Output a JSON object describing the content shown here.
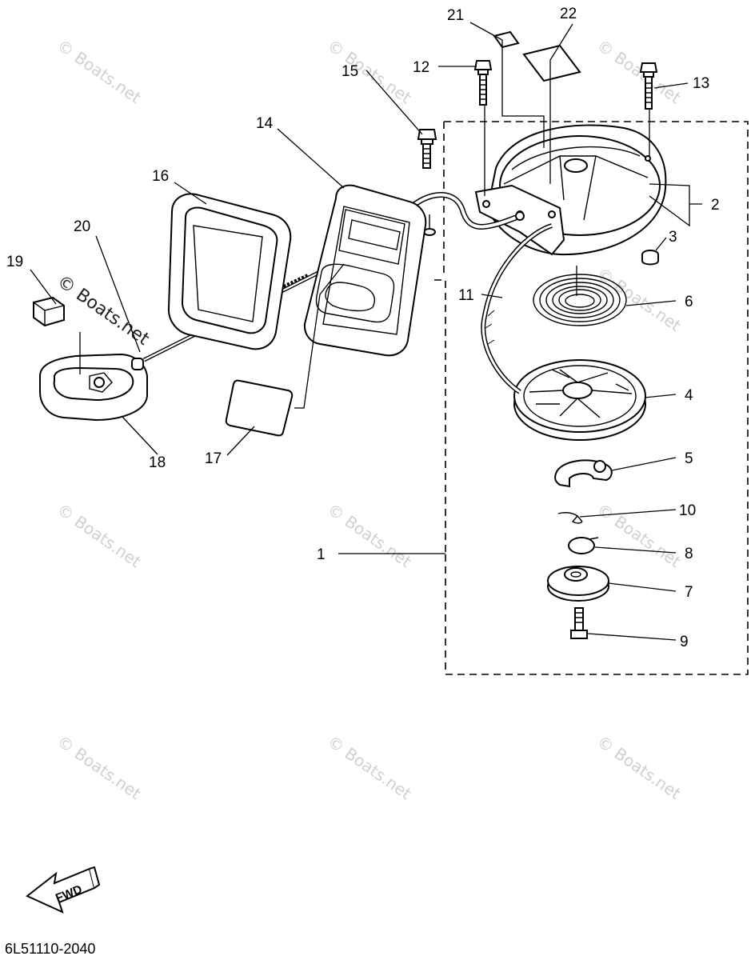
{
  "diagram": {
    "part_code": "6L51110-2040",
    "fwd_label": "FWD",
    "watermark": "© Boats.net",
    "callouts": {
      "c1": "1",
      "c2": "2",
      "c3": "3",
      "c4": "4",
      "c5": "5",
      "c6": "6",
      "c7": "7",
      "c8": "8",
      "c9": "9",
      "c10": "10",
      "c11": "11",
      "c12": "12",
      "c13": "13",
      "c14": "14",
      "c15": "15",
      "c16": "16",
      "c17": "17",
      "c18": "18",
      "c19": "19",
      "c20": "20",
      "c21": "21",
      "c22": "22"
    }
  }
}
